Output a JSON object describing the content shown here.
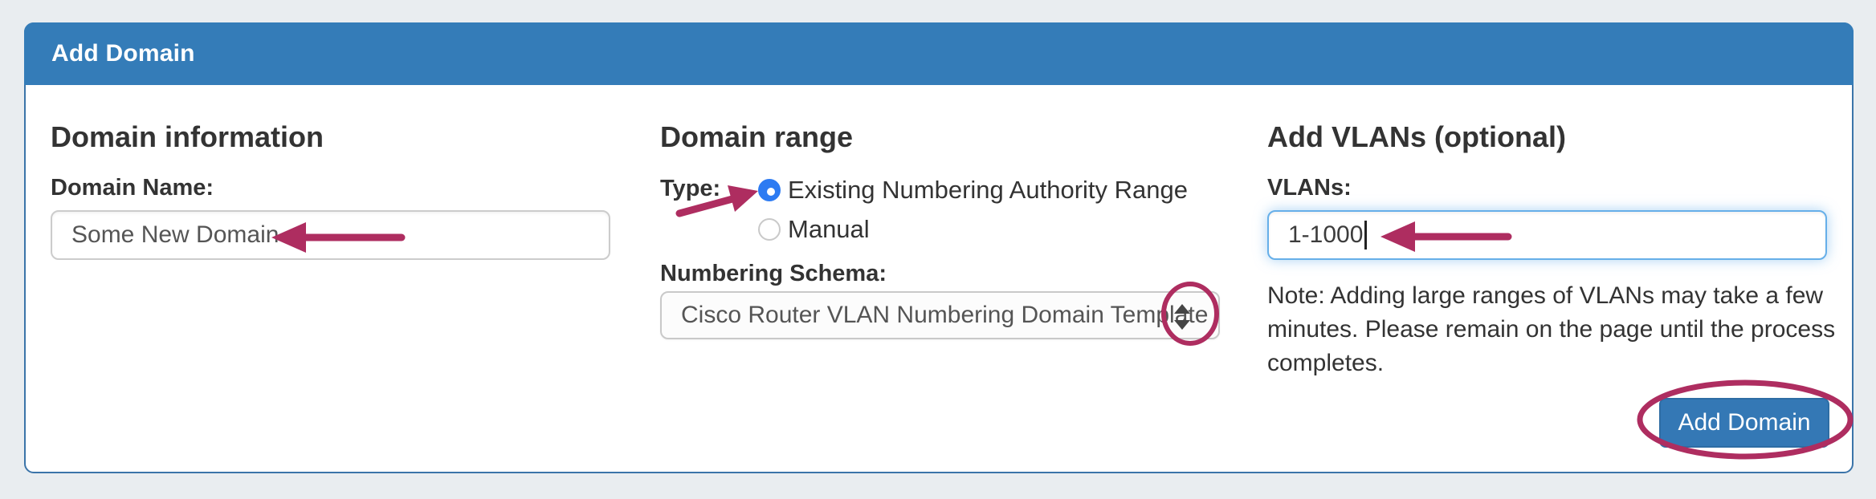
{
  "panel": {
    "title": "Add Domain"
  },
  "sections": {
    "domain_information": {
      "heading": "Domain information",
      "domain_name_label": "Domain Name:",
      "domain_name_value": "Some New Domain"
    },
    "domain_range": {
      "heading": "Domain range",
      "type_label": "Type:",
      "radio_options": [
        {
          "label": "Existing Numbering Authority Range",
          "selected": true
        },
        {
          "label": "Manual",
          "selected": false
        }
      ],
      "numbering_schema_label": "Numbering Schema:",
      "numbering_schema_value": "Cisco Router VLAN Numbering Domain Template"
    },
    "add_vlans": {
      "heading": "Add VLANs (optional)",
      "vlans_label": "VLANs:",
      "vlans_value": "1-1000",
      "note_lines": [
        "Note: Adding large ranges of VLANs may take a few",
        "minutes. Please remain on the page until the process",
        "completes."
      ]
    }
  },
  "actions": {
    "add_domain_button": "Add Domain"
  },
  "annotations": {
    "items": [
      "arrow-pointing-to-domain-name-value",
      "arrow-pointing-to-selected-type-radio",
      "arrow-pointing-to-vlans-value",
      "circle-around-select-arrows",
      "ellipse-around-add-domain-button"
    ]
  },
  "colors": {
    "page_bg": "#e9edf0",
    "panel_border": "#3b74a9",
    "header_bg": "#347cb8",
    "header_text": "#ffffff",
    "button_bg": "#3478b5",
    "button_border": "#2e6da4",
    "radio_selected": "#2d7bf2",
    "focus_border": "#66afe9",
    "annotation": "#ae2d60",
    "heading_text": "#333333",
    "input_text": "#555555",
    "input_border": "#cccccc"
  }
}
